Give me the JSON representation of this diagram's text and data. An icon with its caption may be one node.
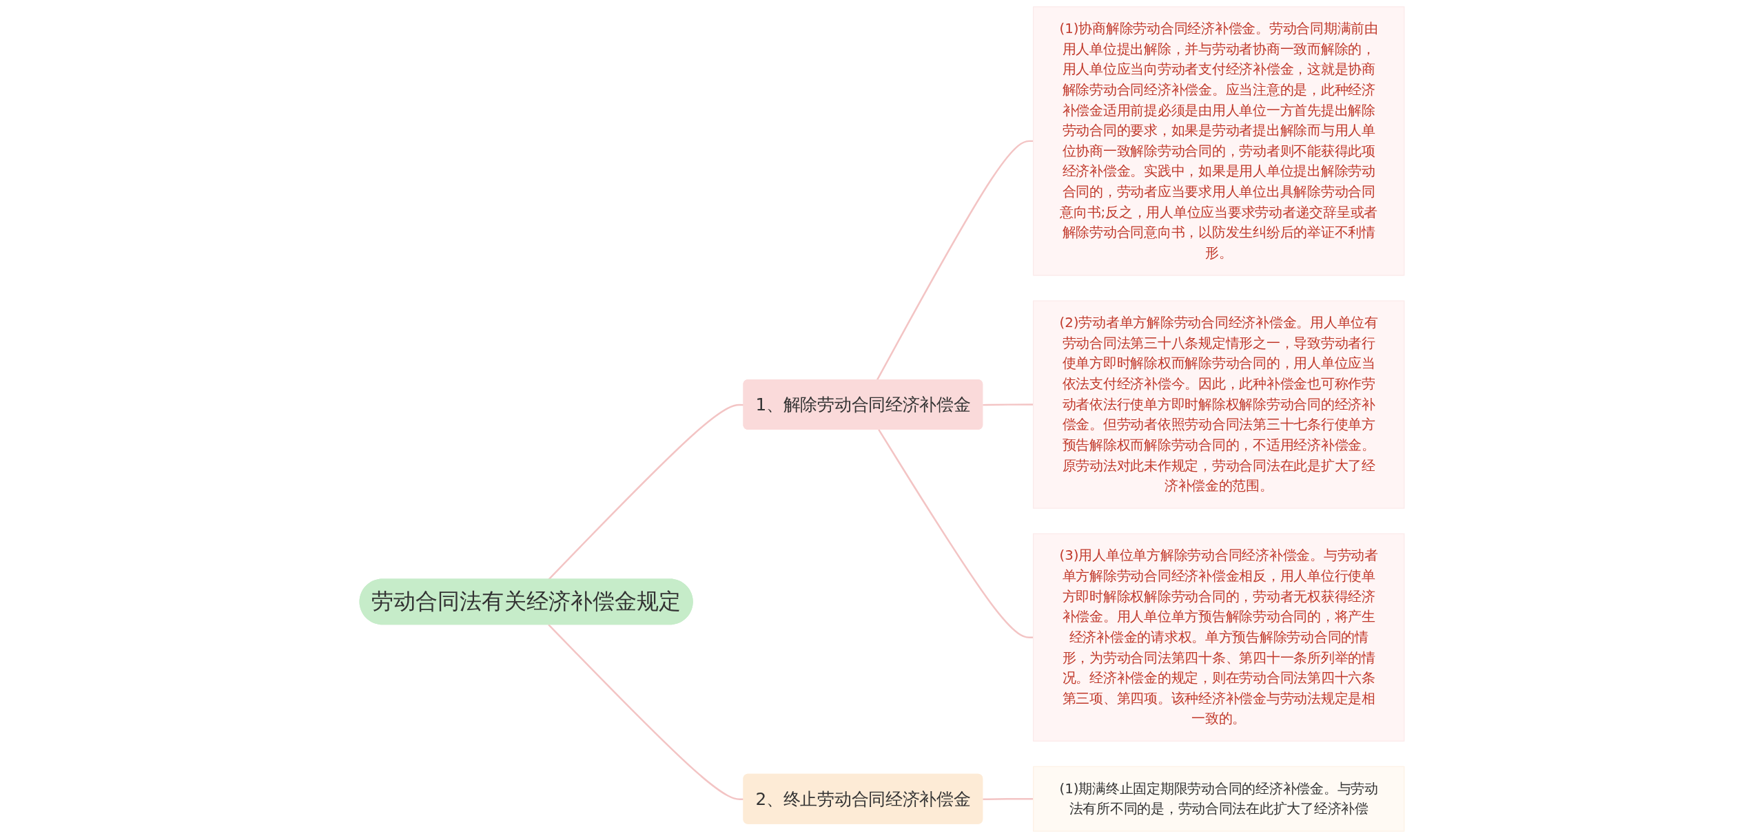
{
  "diagram": {
    "nodes": [
      {
        "text": [
          "劳动合同法有关经济补偿金规定"
        ]
      },
      {
        "text": [
          "1、解除劳动合同经济补偿金"
        ]
      },
      {
        "text": [
          "(1)协商解除劳动合同经济补偿金。劳动合同期满前由用人单位提出解除，并与劳动者协商一致而解除的，用人单位应当向劳动者支付经济补偿金，这就是协商解除劳动合同经济补偿金。应当注意的是，此种经济补偿金适用前提必须是由用人单位一方首先提出解除劳动合同的要求，如果是劳动者提出解除而与用人单位协商一致解除劳动合同的，劳动者则不能获得此项经济补偿金。实践中，如果是用人单位提出解除劳动合同的，劳动者应当要求用人单位出具解除劳动合同意向书;反之，用人单位应当要求劳动者递交辞呈或者解除劳动合同意向书，以防发生纠纷后的举证不利情形。"
        ]
      },
      {
        "text": [
          "(2)劳动者单方解除劳动合同经济补偿金。用人单位有劳动合同法第三十八条规定情形之一，导致劳动者行使单方即时解除权而解除劳动合同的，用人单位应当依法支付经济补偿今。因此，此种补偿金也可称作劳动者依法行使单方即时解除权解除劳动合同的经济补偿金。但劳动者依照劳动合同法第三十七条行使单方预告解除权而解除劳动合同的，不适用经济补偿金。原劳动法对此未作规定，劳动合同法在此是扩大了经济补偿金的范围。"
        ]
      },
      {
        "text": [
          "(3)用人单位单方解除劳动合同经济补偿金。与劳动者单方解除劳动合同经济补偿金相反，用人单位行使单方即时解除权解除劳动合同的，劳动者无权获得经济补偿金。用人单位单方预告解除劳动合同的，将产生经济补偿金的请求权。单方预告解除劳动合同的情形，为劳动合同法第四十条、第四十一条所列举的情况。经济补偿金的规定，则在劳动合同法第四十六条第三项、第四项。该种经济补偿金与劳动法规定是相一致的。"
        ]
      },
      {
        "text": [
          "2、终止劳动合同经济补偿金"
        ]
      },
      {
        "text": [
          "(1)期满终止固定期限劳动合同的经济补偿金。与劳动法有所不同的是，劳动合同法在此扩大了经济补偿"
        ]
      }
    ],
    "edges": [
      {
        "from": 0,
        "to": 1,
        "arrow": "none"
      },
      {
        "from": 1,
        "to": 2,
        "arrow": "none"
      },
      {
        "from": 1,
        "to": 3,
        "arrow": "none"
      },
      {
        "from": 1,
        "to": 4,
        "arrow": "none"
      },
      {
        "from": 0,
        "to": 5,
        "arrow": "none"
      },
      {
        "from": 5,
        "to": 6,
        "arrow": "none"
      }
    ]
  }
}
